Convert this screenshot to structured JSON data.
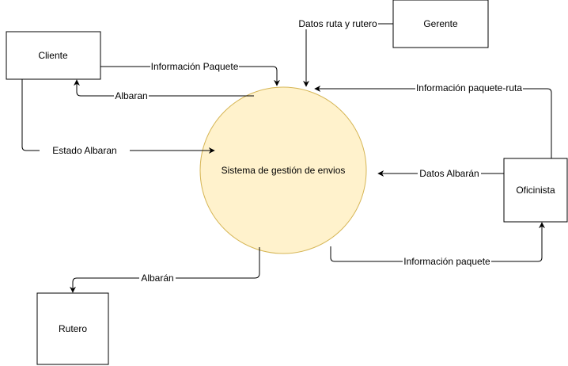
{
  "colors": {
    "process_fill": "#fff2cc",
    "process_stroke": "#d6b656",
    "line": "#000000",
    "box_stroke": "#000000"
  },
  "process": {
    "label": "Sistema de gestión de envios"
  },
  "entities": {
    "cliente": {
      "label": "Cliente"
    },
    "gerente": {
      "label": "Gerente"
    },
    "oficinista": {
      "label": "Oficinista"
    },
    "rutero": {
      "label": "Rutero"
    }
  },
  "flows": {
    "informacion_paquete_cliente": {
      "label": "Información Paquete"
    },
    "albaran_to_cliente": {
      "label": "Albaran"
    },
    "estado_albaran": {
      "label": "Estado Albaran"
    },
    "datos_ruta_rutero": {
      "label": "Datos ruta y rutero"
    },
    "informacion_paquete_ruta": {
      "label": "Información paquete-ruta"
    },
    "datos_albaran": {
      "label": "Datos Albarán"
    },
    "informacion_paquete_oficinista": {
      "label": "Información paquete"
    },
    "albaran_to_rutero": {
      "label": "Albarán"
    }
  }
}
